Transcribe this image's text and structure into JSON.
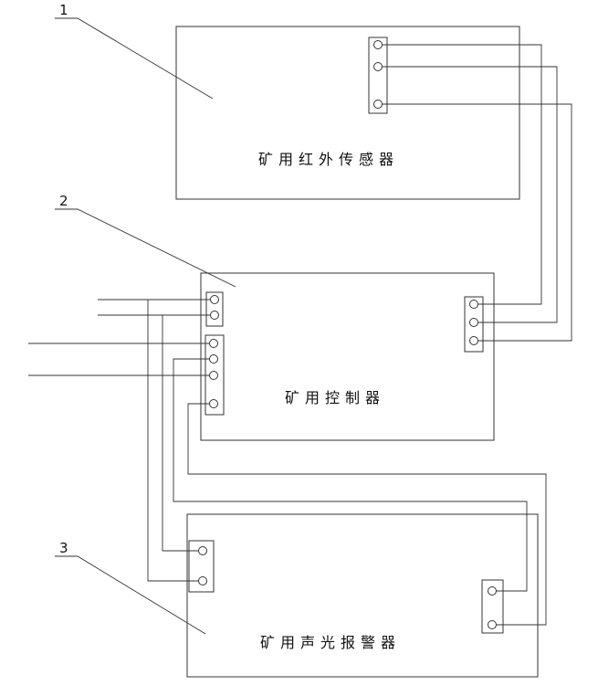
{
  "components": {
    "sensor": {
      "number": "1",
      "label": "矿用红外传感器"
    },
    "controller": {
      "number": "2",
      "label": "矿用控制器"
    },
    "alarm": {
      "number": "3",
      "label": "矿用声光报警器"
    }
  },
  "colors": {
    "line": "#333333",
    "text": "#111111",
    "background": "#ffffff"
  }
}
